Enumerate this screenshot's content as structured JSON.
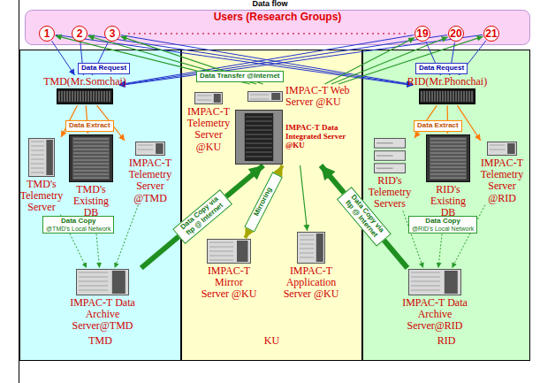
{
  "diagram": {
    "title": "Data flow",
    "nodes": [
      {
        "text": [
          "Users (Research Groups)"
        ]
      },
      {
        "text": [
          "1"
        ],
        "in": 0
      },
      {
        "text": [
          "2"
        ],
        "in": 0
      },
      {
        "text": [
          "3"
        ],
        "in": 0
      },
      {
        "text": [
          "19"
        ],
        "in": 0
      },
      {
        "text": [
          "20"
        ],
        "in": 0
      },
      {
        "text": [
          "21"
        ],
        "in": 0
      },
      {
        "text": [
          "TMD"
        ]
      },
      {
        "text": [
          "KU"
        ]
      },
      {
        "text": [
          "RID"
        ]
      },
      {
        "text": [
          "TMD(Mr.Somchai)"
        ],
        "in": 7
      },
      {
        "text": [
          "TMD's Telemetry Server"
        ],
        "in": 7
      },
      {
        "text": [
          "TMD's Existing DB"
        ],
        "in": 7
      },
      {
        "text": [
          "IMPAC-T Telemetry Server @TMD"
        ],
        "in": 7
      },
      {
        "text": [
          "IMPAC-T Data Archive Server@TMD"
        ],
        "in": 7
      },
      {
        "text": [
          "IMPAC-T Telemetry Server @KU"
        ],
        "in": 8
      },
      {
        "text": [
          "IMPAC-T Web Server @KU"
        ],
        "in": 8
      },
      {
        "text": [
          "IMPAC-T Data Integrated Server @KU"
        ],
        "in": 8
      },
      {
        "text": [
          "IMPAC-T Mirror Server @KU"
        ],
        "in": 8
      },
      {
        "text": [
          "IMPAC-T Application Server @KU"
        ],
        "in": 8
      },
      {
        "text": [
          "RID(Mr.Phonchai)"
        ],
        "in": 9
      },
      {
        "text": [
          "RID's Telemetry Servers"
        ],
        "in": 9
      },
      {
        "text": [
          "RID's Existing DB"
        ],
        "in": 9
      },
      {
        "text": [
          "IMPAC-T Telemetry Server @RID"
        ],
        "in": 9
      },
      {
        "text": [
          "IMPAC-T Data Archive Server@RID"
        ],
        "in": 9
      }
    ],
    "edges": [
      {
        "from": 1,
        "to": 10,
        "arrow": "to"
      },
      {
        "from": 2,
        "to": 10,
        "arrow": "to"
      },
      {
        "from": 3,
        "to": 10,
        "arrow": "to"
      },
      {
        "from": 4,
        "to": 10,
        "arrow": "to"
      },
      {
        "from": 5,
        "to": 10,
        "arrow": "to"
      },
      {
        "from": 6,
        "to": 10,
        "arrow": "to"
      },
      {
        "from": 1,
        "to": 20,
        "arrow": "to"
      },
      {
        "from": 2,
        "to": 20,
        "arrow": "to"
      },
      {
        "from": 3,
        "to": 20,
        "arrow": "to"
      },
      {
        "from": 4,
        "to": 20,
        "arrow": "to"
      },
      {
        "from": 5,
        "to": 20,
        "arrow": "to"
      },
      {
        "from": 6,
        "to": 20,
        "arrow": "to"
      },
      {
        "from": 16,
        "to": 1,
        "arrow": "to"
      },
      {
        "from": 16,
        "to": 2,
        "arrow": "to"
      },
      {
        "from": 16,
        "to": 3,
        "arrow": "to"
      },
      {
        "from": 16,
        "to": 4,
        "arrow": "to"
      },
      {
        "from": 16,
        "to": 5,
        "arrow": "to"
      },
      {
        "from": 16,
        "to": 6,
        "arrow": "to"
      },
      {
        "from": 10,
        "to": 11,
        "arrow": "to"
      },
      {
        "from": 10,
        "to": 12,
        "arrow": "to"
      },
      {
        "from": 10,
        "to": 13,
        "arrow": "to"
      },
      {
        "from": 20,
        "to": 21,
        "arrow": "to"
      },
      {
        "from": 20,
        "to": 22,
        "arrow": "to"
      },
      {
        "from": 20,
        "to": 23,
        "arrow": "to"
      },
      {
        "from": 11,
        "to": 14,
        "arrow": "to"
      },
      {
        "from": 12,
        "to": 14,
        "arrow": "to"
      },
      {
        "from": 13,
        "to": 14,
        "arrow": "to"
      },
      {
        "from": 21,
        "to": 24,
        "arrow": "to"
      },
      {
        "from": 22,
        "to": 24,
        "arrow": "to"
      },
      {
        "from": 23,
        "to": 24,
        "arrow": "to"
      },
      {
        "from": 14,
        "to": 17,
        "label": "Data Copy via ftp @ Internet",
        "arrow": "to"
      },
      {
        "from": 24,
        "to": 17,
        "label": "Data Copy via ftp @ Internet",
        "arrow": "to"
      },
      {
        "from": 17,
        "to": 18,
        "label": "Mirroring",
        "arrow": "both"
      },
      {
        "from": 17,
        "to": 19,
        "arrow": "to"
      }
    ],
    "labels": [
      "Data Request",
      "Data Request",
      "Data Extract",
      "Data Extract",
      "Data Transfer @Internet",
      "Data Copy",
      "@TMD's Local Network",
      "Data Copy",
      "@RID's Local Network"
    ]
  }
}
